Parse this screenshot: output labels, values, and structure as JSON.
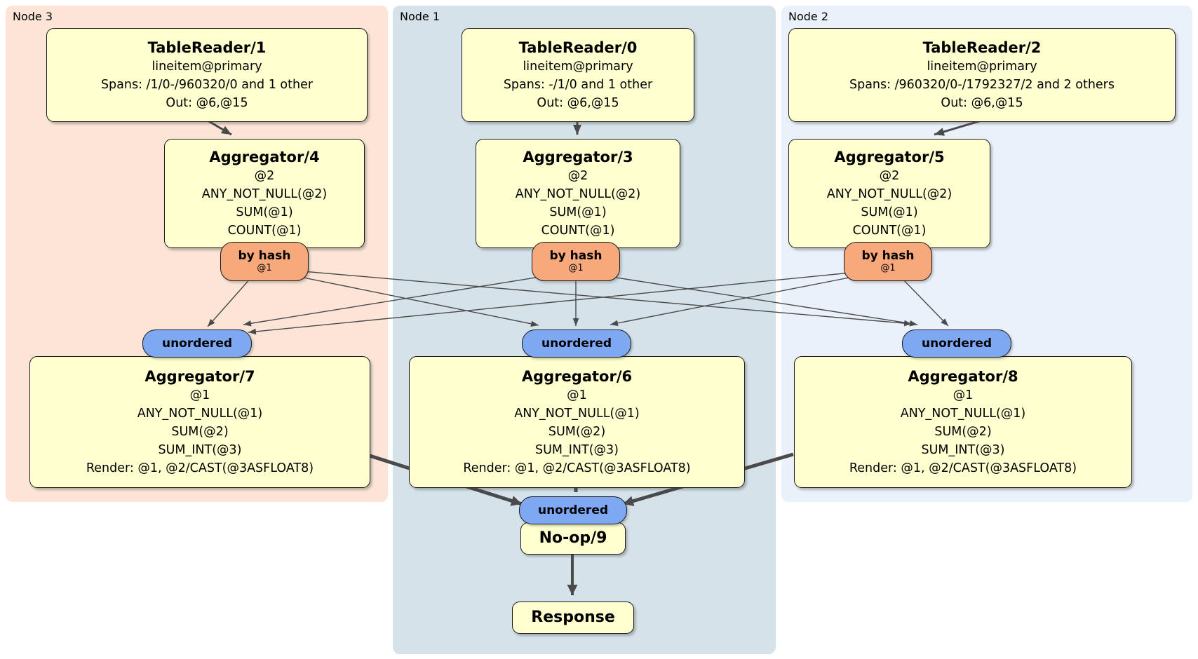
{
  "colors": {
    "node3_bg": "#fce4d6",
    "node1_bg": "#d5e2ea",
    "node2_bg": "#ebf1fb",
    "box_bg": "#ffffd0",
    "router_bg": "#f7a97c",
    "sync_bg": "#7fa8f2",
    "edge": "#4a4a4a"
  },
  "nodes": [
    {
      "label": "Node 3",
      "table_reader": {
        "title": "TableReader/1",
        "rows": [
          "lineitem@primary",
          "Spans: /1/0-/960320/0 and 1 other",
          "Out: @6,@15"
        ]
      },
      "pre_aggregator": {
        "title": "Aggregator/4",
        "rows": [
          "@2",
          "ANY_NOT_NULL(@2)",
          "SUM(@1)",
          "COUNT(@1)"
        ]
      },
      "router": {
        "label": "by hash",
        "key": "@1"
      },
      "sync": {
        "label": "unordered"
      },
      "post_aggregator": {
        "title": "Aggregator/7",
        "rows": [
          "@1",
          "ANY_NOT_NULL(@1)",
          "SUM(@2)",
          "SUM_INT(@3)",
          "Render: @1, @2/CAST(@3ASFLOAT8)"
        ]
      }
    },
    {
      "label": "Node 1",
      "table_reader": {
        "title": "TableReader/0",
        "rows": [
          "lineitem@primary",
          "Spans: -/1/0 and 1 other",
          "Out: @6,@15"
        ]
      },
      "pre_aggregator": {
        "title": "Aggregator/3",
        "rows": [
          "@2",
          "ANY_NOT_NULL(@2)",
          "SUM(@1)",
          "COUNT(@1)"
        ]
      },
      "router": {
        "label": "by hash",
        "key": "@1"
      },
      "sync": {
        "label": "unordered"
      },
      "post_aggregator": {
        "title": "Aggregator/6",
        "rows": [
          "@1",
          "ANY_NOT_NULL(@1)",
          "SUM(@2)",
          "SUM_INT(@3)",
          "Render: @1, @2/CAST(@3ASFLOAT8)"
        ]
      }
    },
    {
      "label": "Node 2",
      "table_reader": {
        "title": "TableReader/2",
        "rows": [
          "lineitem@primary",
          "Spans: /960320/0-/1792327/2 and 2 others",
          "Out: @6,@15"
        ]
      },
      "pre_aggregator": {
        "title": "Aggregator/5",
        "rows": [
          "@2",
          "ANY_NOT_NULL(@2)",
          "SUM(@1)",
          "COUNT(@1)"
        ]
      },
      "router": {
        "label": "by hash",
        "key": "@1"
      },
      "sync": {
        "label": "unordered"
      },
      "post_aggregator": {
        "title": "Aggregator/8",
        "rows": [
          "@1",
          "ANY_NOT_NULL(@1)",
          "SUM(@2)",
          "SUM_INT(@3)",
          "Render: @1, @2/CAST(@3ASFLOAT8)"
        ]
      }
    }
  ],
  "final": {
    "sync_label": "unordered",
    "noop_label": "No-op/9",
    "response_label": "Response"
  }
}
